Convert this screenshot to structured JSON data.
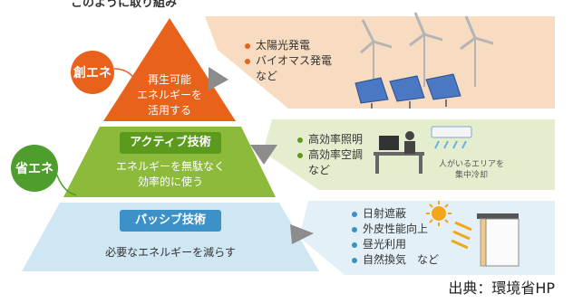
{
  "header_text": "このように取り組み",
  "pyramid": {
    "top": {
      "text_lines": [
        "再生可能",
        "エネルギーを",
        "活用する"
      ],
      "color": "#e9621c"
    },
    "middle": {
      "label": "アクティブ技術",
      "text_lines": [
        "エネルギーを無駄なく",
        "効率的に使う"
      ],
      "color": "#8cba3b",
      "label_color": "#5c9a1e"
    },
    "bottom": {
      "label": "パッシブ技術",
      "text": "必要なエネルギーを減らす",
      "color": "#cfe6f3",
      "label_color": "#3b91c8"
    }
  },
  "badges": {
    "create": {
      "text": "創エネ",
      "color": "#e9621c"
    },
    "save": {
      "text": "省エネ",
      "color": "#4e9d2d"
    }
  },
  "panels": {
    "top": {
      "items": [
        "太陽光発電",
        "バイオマス発電"
      ],
      "suffix": "など",
      "bg": "#f7dcc2",
      "dot": "#e9621c"
    },
    "middle": {
      "items": [
        "高効率照明",
        "高効率空調"
      ],
      "suffix": "など",
      "note_lines": [
        "人がいるエリアを",
        "集中冷却"
      ],
      "bg": "#e4eecf",
      "dot": "#5c9a1e"
    },
    "bottom": {
      "items": [
        "日射遮蔽",
        "外皮性能向上",
        "昼光利用",
        "自然換気　など"
      ],
      "bg": "#e3f0f8",
      "dot": "#3b91c8"
    }
  },
  "source": "出典：環境省HP"
}
